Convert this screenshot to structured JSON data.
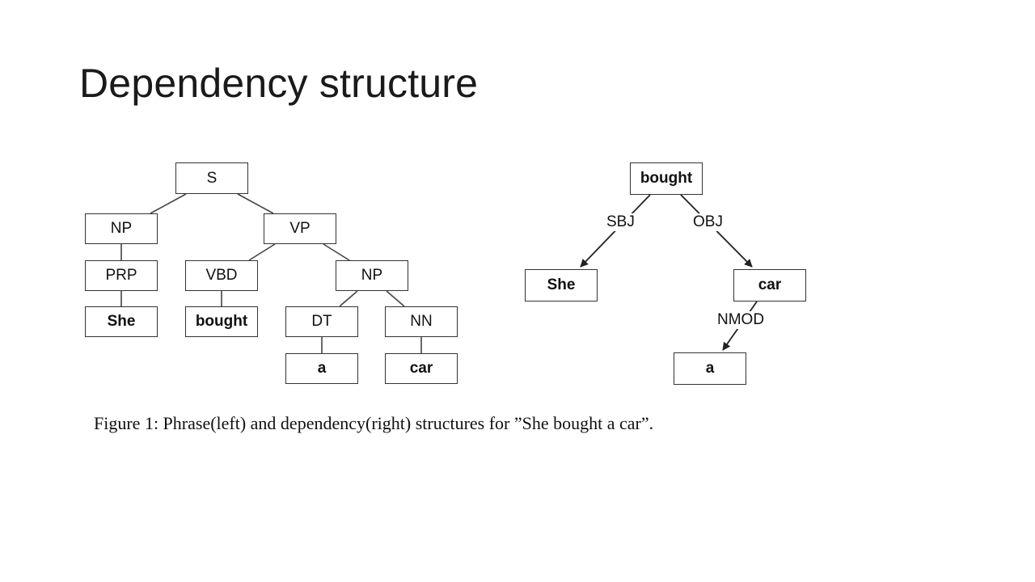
{
  "slide": {
    "title": "Dependency structure"
  },
  "phrase_tree": {
    "nodes": {
      "s": "S",
      "np_subj": "NP",
      "vp": "VP",
      "prp": "PRP",
      "vbd": "VBD",
      "np_obj": "NP",
      "she": "She",
      "bought": "bought",
      "dt": "DT",
      "nn": "NN",
      "a": "a",
      "car": "car"
    }
  },
  "dependency_tree": {
    "nodes": {
      "bought": "bought",
      "she": "She",
      "car": "car",
      "a": "a"
    },
    "relations": {
      "sbj": "SBJ",
      "obj": "OBJ",
      "nmod": "NMOD"
    }
  },
  "caption": "Figure 1: Phrase(left) and dependency(right) structures for ”She bought a car”."
}
